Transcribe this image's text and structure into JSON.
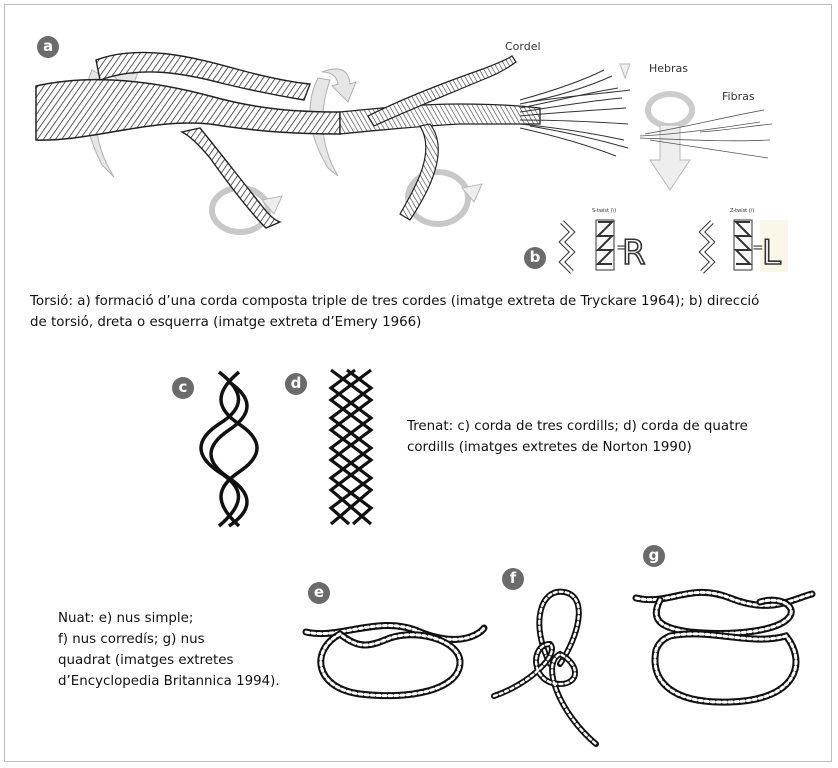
{
  "badges": {
    "a": "a",
    "b": "b",
    "c": "c",
    "d": "d",
    "e": "e",
    "f": "f",
    "g": "g"
  },
  "rope_labels": {
    "cordel": "Cordel",
    "hebras": "Hebras",
    "fibras": "Fibras"
  },
  "twist_labels": {
    "s_twist": "S-twist (\\)",
    "z_twist": "Z-twist (/)",
    "right": "R",
    "left": "L"
  },
  "captions": {
    "torsio_line1": "Torsió: a) formació d’una corda composta triple de tres cordes (imatge extreta de Tryckare 1964); b) direcció",
    "torsio_line2": "de torsió, dreta o esquerra (imatge extreta d’Emery 1966)",
    "trenat_line1": "Trenat: c) corda de tres cordills; d) corda de quatre",
    "trenat_line2": "cordills (imatges extretes de Norton 1990)",
    "nuat_line1": "Nuat: e) nus simple;",
    "nuat_line2": "f) nus corredís; g) nus",
    "nuat_line3": "quadrat (imatges extretes",
    "nuat_line4": "d’Encyclopedia Britannica 1994)."
  }
}
